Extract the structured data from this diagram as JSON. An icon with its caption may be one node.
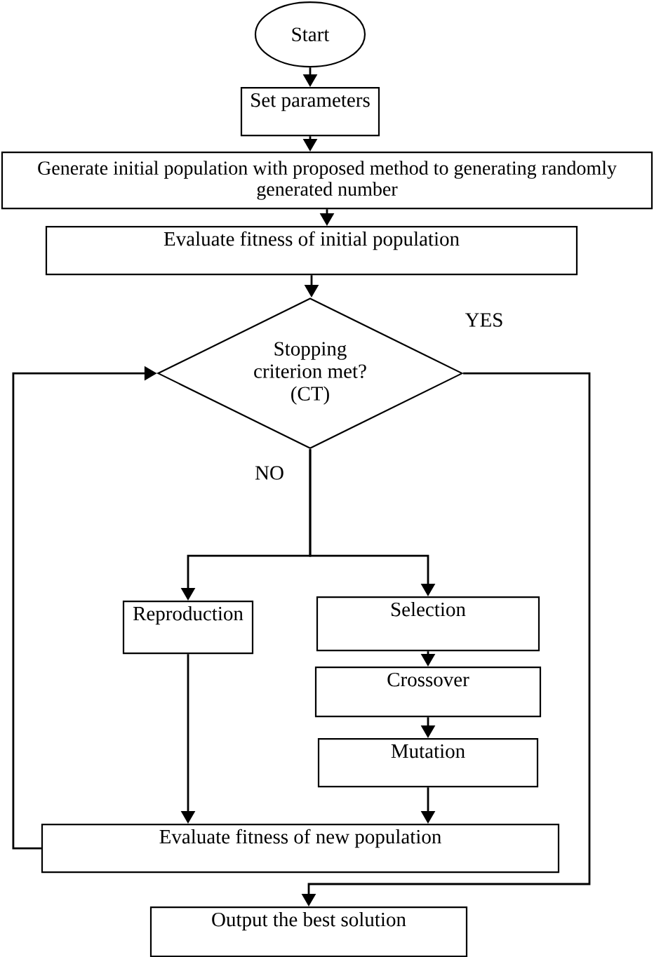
{
  "diagram": {
    "nodes": [
      {
        "text": [
          "Start"
        ]
      },
      {
        "text": [
          "Set parameters"
        ]
      },
      {
        "text": [
          "Generate initial population with proposed method to generating randomly generated number"
        ]
      },
      {
        "text": [
          "Evaluate fitness of initial population"
        ]
      },
      {
        "text": [
          "Stopping criterion met? (CT)"
        ]
      },
      {
        "text": [
          "Reproduction"
        ]
      },
      {
        "text": [
          "Selection"
        ]
      },
      {
        "text": [
          "Crossover"
        ]
      },
      {
        "text": [
          "Mutation"
        ]
      },
      {
        "text": [
          "Evaluate fitness of new population"
        ]
      },
      {
        "text": [
          "Output the best solution"
        ]
      }
    ],
    "edges": [
      {
        "from": 0,
        "to": 1,
        "arrow": "to"
      },
      {
        "from": 1,
        "to": 2,
        "arrow": "to"
      },
      {
        "from": 2,
        "to": 3,
        "arrow": "to"
      },
      {
        "from": 3,
        "to": 4,
        "arrow": "to"
      },
      {
        "from": 4,
        "to": 5,
        "arrow": "to",
        "label": "NO"
      },
      {
        "from": 4,
        "to": 6,
        "arrow": "to"
      },
      {
        "from": 4,
        "to": 10,
        "arrow": "to",
        "label": "YES"
      },
      {
        "from": 5,
        "to": 9,
        "arrow": "to"
      },
      {
        "from": 6,
        "to": 7,
        "arrow": "to"
      },
      {
        "from": 7,
        "to": 8,
        "arrow": "to"
      },
      {
        "from": 8,
        "to": 9,
        "arrow": "to"
      },
      {
        "from": 9,
        "to": 4,
        "arrow": "to"
      }
    ]
  }
}
